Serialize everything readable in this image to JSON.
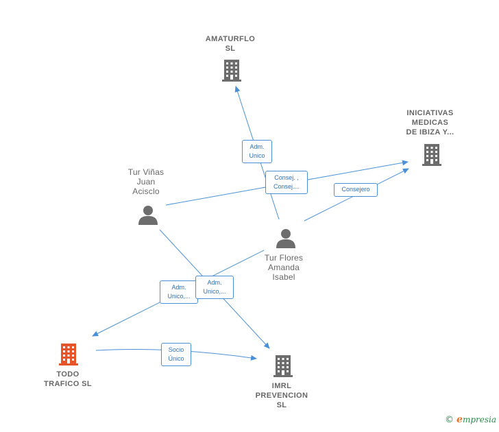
{
  "colors": {
    "edge": "#4a90d9",
    "icon": "#6d6d6d",
    "focus": "#e8542a",
    "label": "#666666"
  },
  "nodes": {
    "amaturflo": {
      "label": "AMATURFLO\nSL",
      "icon": "building-icon"
    },
    "iniciativas": {
      "label": "INICIATIVAS\nMEDICAS\nDE IBIZA Y...",
      "icon": "building-icon"
    },
    "tur_vinas": {
      "label": "Tur Viñas\nJuan\nAcisclo",
      "icon": "person-icon"
    },
    "tur_flores": {
      "label": "Tur Flores\nAmanda\nIsabel",
      "icon": "person-icon"
    },
    "todo_trafico": {
      "label": "TODO\nTRAFICO  SL",
      "icon": "building-icon"
    },
    "imrl": {
      "label": "IMRL\nPREVENCION\nSL",
      "icon": "building-icon"
    }
  },
  "edge_labels": {
    "adm_unico_amaturflo": "Adm.\nUnico",
    "consej_iniciativas": "Consej. ,\nConsej....",
    "consejero": "Consejero",
    "adm_unico_todo": "Adm.\nUnico,...",
    "adm_unico_imrl": "Adm.\nUnico,...",
    "socio_unico": "Socio\nÚnico"
  },
  "brand": {
    "copyright": "©",
    "first_letter": "e",
    "name": "mpresia"
  }
}
